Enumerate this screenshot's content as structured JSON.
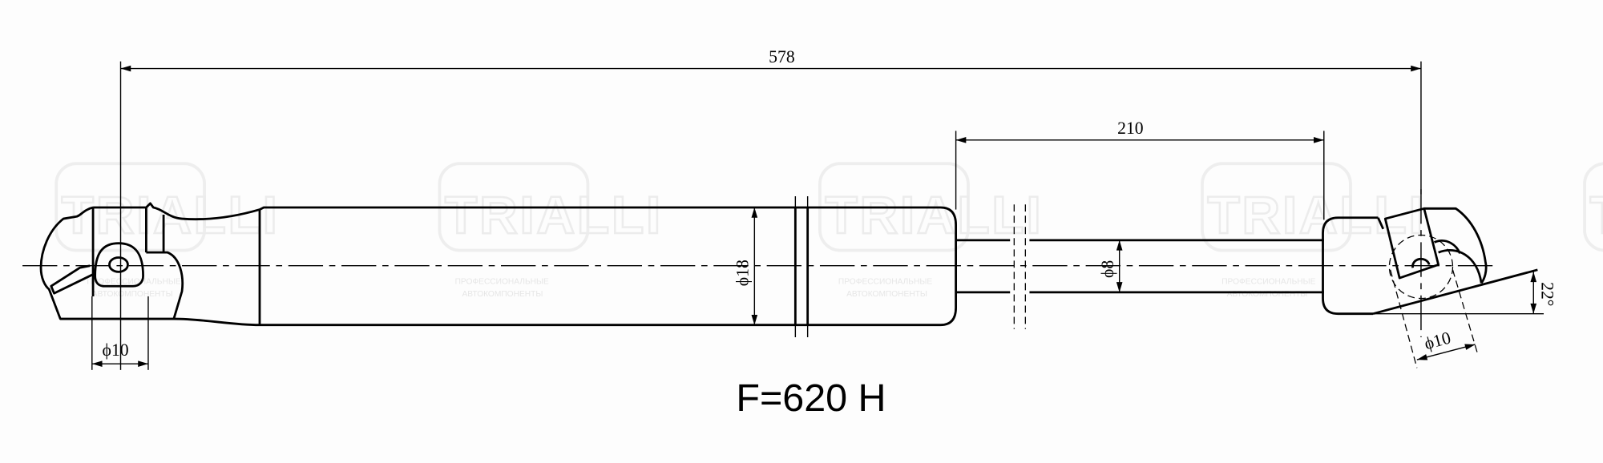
{
  "drawing": {
    "overall_length": "578",
    "stroke_length": "210",
    "tube_diameter": "ϕ18",
    "rod_diameter": "ϕ8",
    "left_eye_diameter": "ϕ10",
    "right_eye_diameter": "ϕ10",
    "right_end_angle": "22°",
    "force_label": "F=620 H"
  },
  "watermark": {
    "brand": "TRIALLI",
    "tagline_line1": "ПРОФЕССИОНАЛЬНЫЕ",
    "tagline_line2": "АВТОКОМПОНЕНТЫ"
  }
}
